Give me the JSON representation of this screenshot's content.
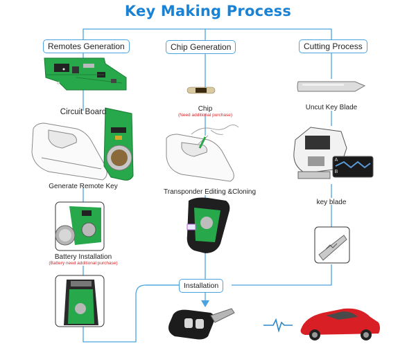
{
  "title": "Key Making Process",
  "columns": {
    "remotes": "Remotes Generation",
    "chip": "Chip Generation",
    "cutting": "Cutting Process"
  },
  "steps": {
    "circuit_board": "Circuit Board",
    "generate_remote_key": "Generate Remote Key",
    "battery_installation": "Battery Installation",
    "battery_note": "(Battery need additional purchase)",
    "chip": "Chip",
    "chip_note": "(Need additional purchase)",
    "transponder": "Transponder Editing &Cloning",
    "uncut_key_blade": "Uncut Key  Blade",
    "key_blade": "key blade",
    "installation": "Installation"
  },
  "machine_marks": {
    "a": "A",
    "b": "B"
  },
  "colors": {
    "title": "#1a82d4",
    "connector": "#4aa3e0",
    "pcb_green": "#27a84a",
    "note_red": "#d8262a",
    "car_red": "#d91f26"
  }
}
